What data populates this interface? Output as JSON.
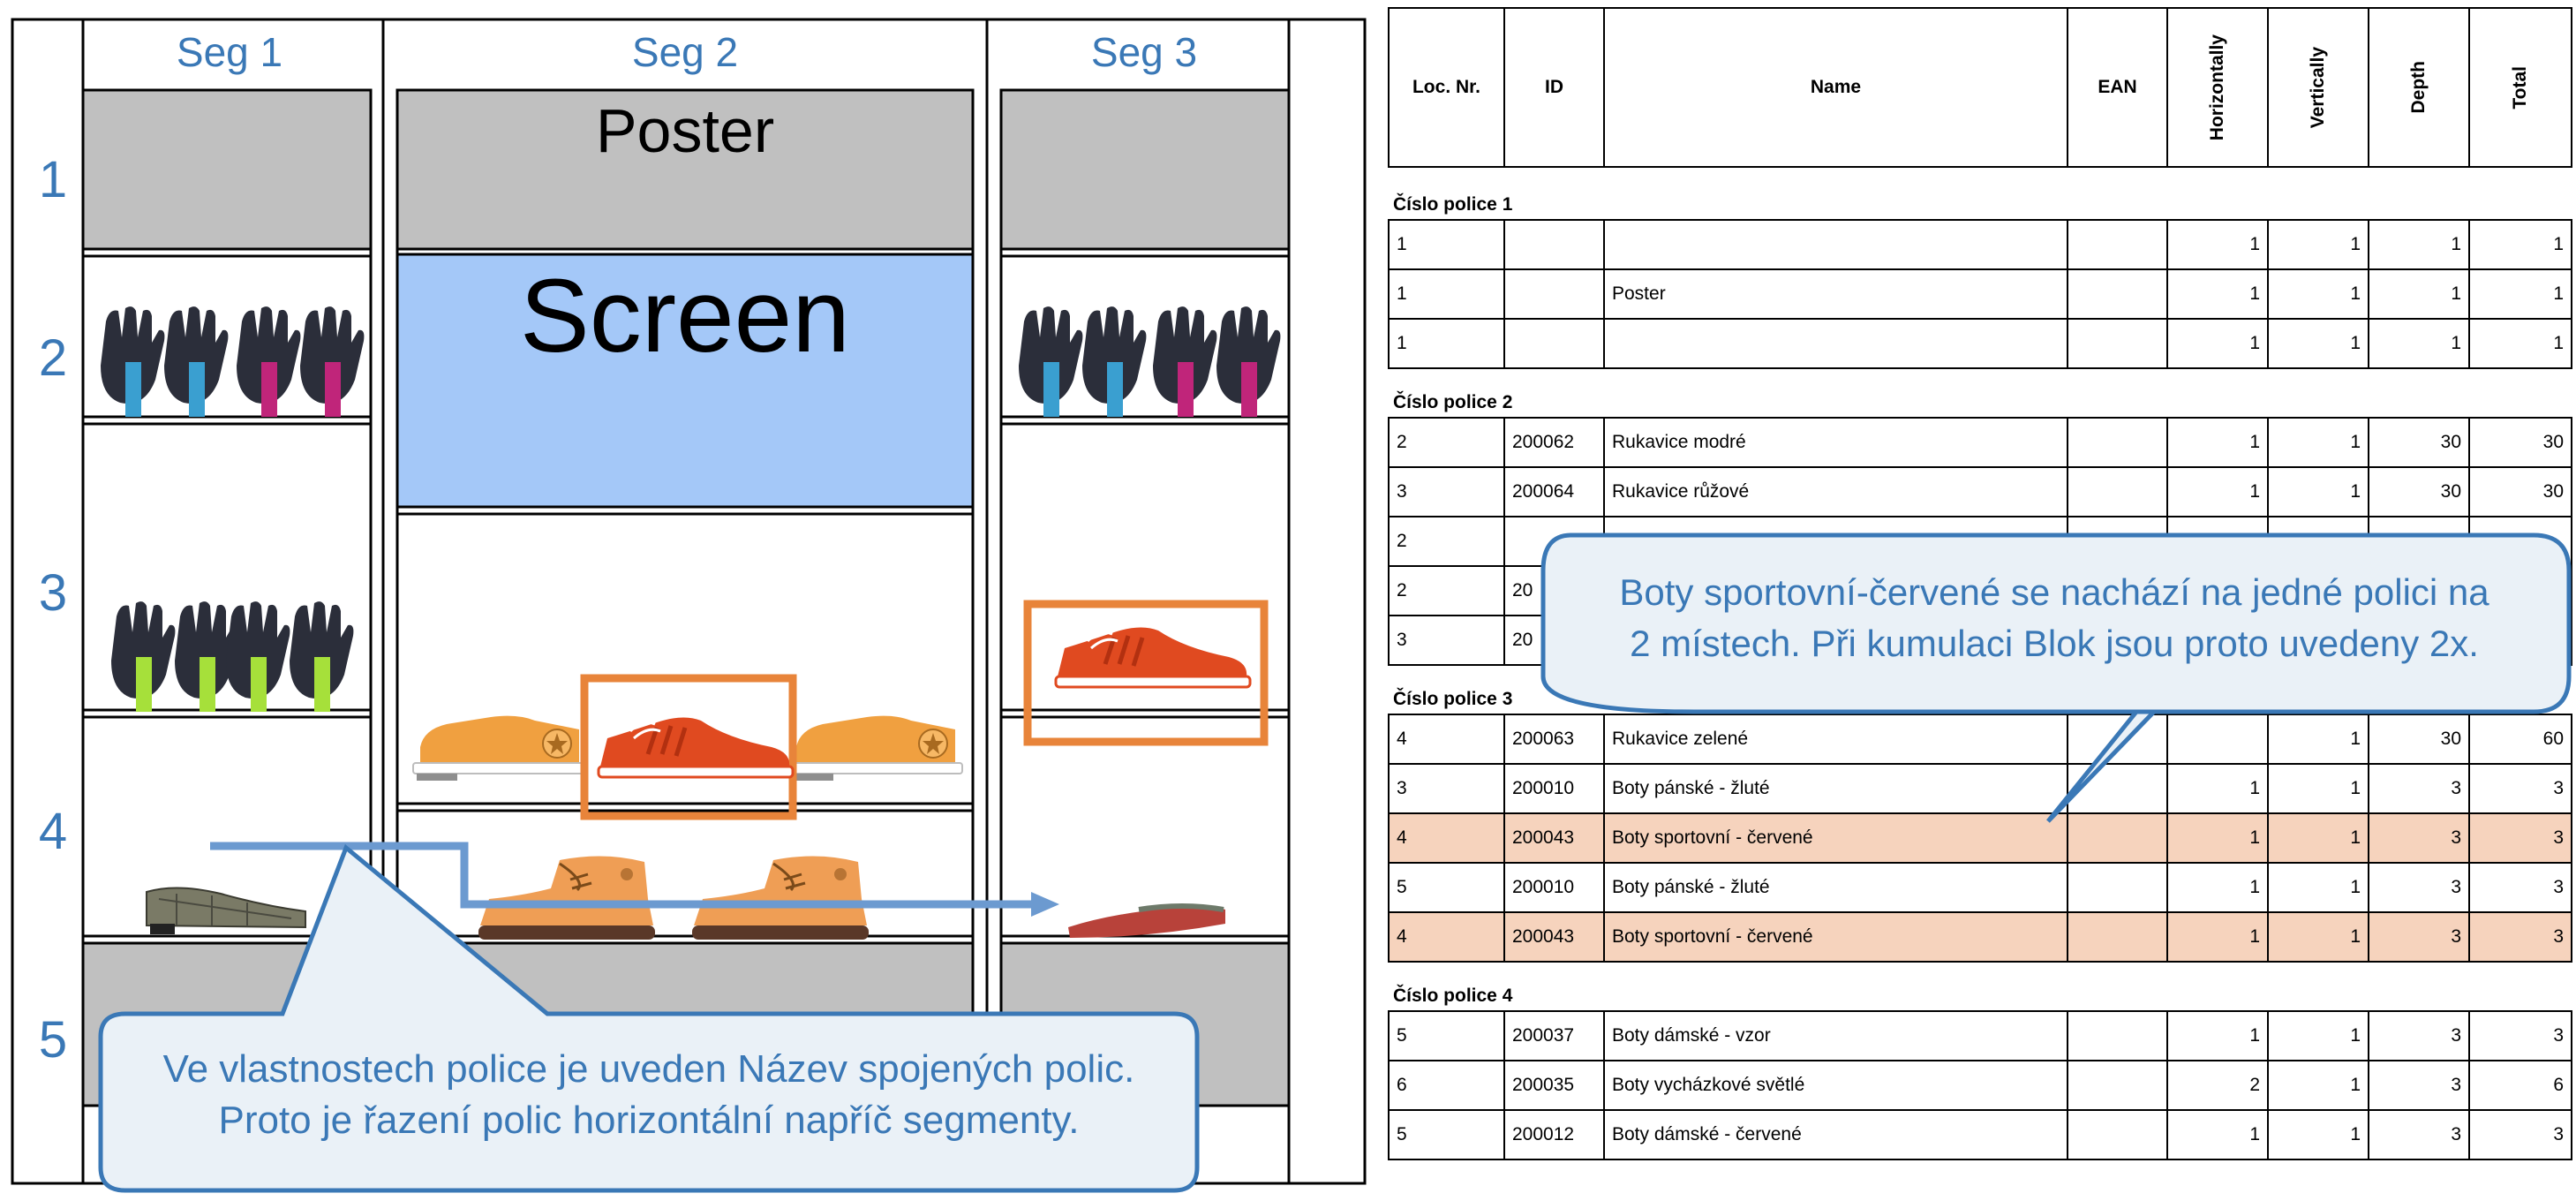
{
  "planogram": {
    "segments": [
      "Seg 1",
      "Seg 2",
      "Seg 3"
    ],
    "rows": [
      "1",
      "2",
      "3",
      "4",
      "5"
    ],
    "poster_label": "Poster",
    "screen_label": "Screen"
  },
  "table": {
    "headers": [
      "Loc. Nr.",
      "ID",
      "Name",
      "EAN",
      "Horizontally",
      "Vertically",
      "Depth",
      "Total"
    ],
    "groups": [
      {
        "title": "Číslo police 1",
        "rows": [
          {
            "loc": "1",
            "id": "",
            "name": "",
            "ean": "",
            "h": "1",
            "v": "1",
            "d": "1",
            "t": "1",
            "hl": false
          },
          {
            "loc": "1",
            "id": "",
            "name": "Poster",
            "ean": "",
            "h": "1",
            "v": "1",
            "d": "1",
            "t": "1",
            "hl": false
          },
          {
            "loc": "1",
            "id": "",
            "name": "",
            "ean": "",
            "h": "1",
            "v": "1",
            "d": "1",
            "t": "1",
            "hl": false
          }
        ]
      },
      {
        "title": "Číslo police 2",
        "rows": [
          {
            "loc": "2",
            "id": "200062",
            "name": "Rukavice modré",
            "ean": "",
            "h": "1",
            "v": "1",
            "d": "30",
            "t": "30",
            "hl": false
          },
          {
            "loc": "3",
            "id": "200064",
            "name": "Rukavice růžové",
            "ean": "",
            "h": "1",
            "v": "1",
            "d": "30",
            "t": "30",
            "hl": false
          },
          {
            "loc": "2",
            "id": "",
            "name": "",
            "ean": "",
            "h": "",
            "v": "",
            "d": "",
            "t": "",
            "hl": false
          },
          {
            "loc": "2",
            "id": "20",
            "name": "",
            "ean": "",
            "h": "",
            "v": "",
            "d": "",
            "t": "",
            "hl": false
          },
          {
            "loc": "3",
            "id": "20",
            "name": "",
            "ean": "",
            "h": "",
            "v": "",
            "d": "",
            "t": "",
            "hl": false
          }
        ]
      },
      {
        "title": "Číslo police 3",
        "rows": [
          {
            "loc": "4",
            "id": "200063",
            "name": "Rukavice zelené",
            "ean": "",
            "h": "",
            "v": "1",
            "d": "30",
            "t": "60",
            "hl": false
          },
          {
            "loc": "3",
            "id": "200010",
            "name": "Boty pánské - žluté",
            "ean": "",
            "h": "1",
            "v": "1",
            "d": "3",
            "t": "3",
            "hl": false
          },
          {
            "loc": "4",
            "id": "200043",
            "name": "Boty sportovní - červené",
            "ean": "",
            "h": "1",
            "v": "1",
            "d": "3",
            "t": "3",
            "hl": true
          },
          {
            "loc": "5",
            "id": "200010",
            "name": "Boty pánské - žluté",
            "ean": "",
            "h": "1",
            "v": "1",
            "d": "3",
            "t": "3",
            "hl": false
          },
          {
            "loc": "4",
            "id": "200043",
            "name": "Boty sportovní - červené",
            "ean": "",
            "h": "1",
            "v": "1",
            "d": "3",
            "t": "3",
            "hl": true
          }
        ]
      },
      {
        "title": "Číslo police 4",
        "rows": [
          {
            "loc": "5",
            "id": "200037",
            "name": "Boty dámské - vzor",
            "ean": "",
            "h": "1",
            "v": "1",
            "d": "3",
            "t": "3",
            "hl": false
          },
          {
            "loc": "6",
            "id": "200035",
            "name": "Boty vycházkové světlé",
            "ean": "",
            "h": "2",
            "v": "1",
            "d": "3",
            "t": "6",
            "hl": false
          },
          {
            "loc": "5",
            "id": "200012",
            "name": "Boty dámské - červené",
            "ean": "",
            "h": "1",
            "v": "1",
            "d": "3",
            "t": "3",
            "hl": false
          }
        ]
      }
    ]
  },
  "callouts": {
    "right": [
      "Boty sportovní-červené se nachází na jedné polici na",
      "2 místech. Při kumulaci Blok jsou proto uvedeny 2x."
    ],
    "left": [
      "Ve vlastnostech police je uveden Název spojených polic.",
      "Proto je řazení polic horizontální napříč segmenty."
    ]
  },
  "colors": {
    "accent": "#3a78b6",
    "highlight_row": "#f6d3bd",
    "highlight_box": "#e8843a",
    "callout_fill": "#eaf1f7",
    "screen_fill": "#a4c8f8",
    "poster_fill": "#c0c0c0"
  }
}
